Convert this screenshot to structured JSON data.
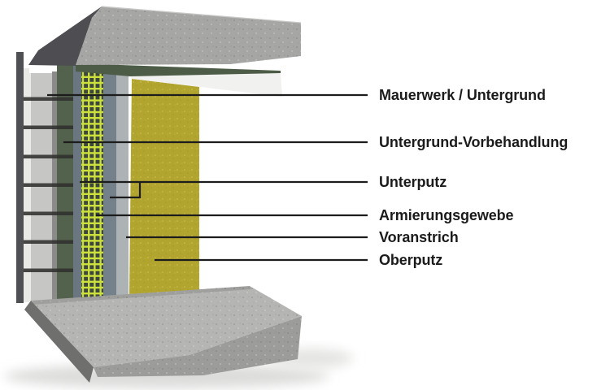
{
  "diagram": {
    "labels": [
      {
        "text": "Mauerwerk / Untergrund",
        "color": "#c6c7c5"
      },
      {
        "text": "Untergrund-Vorbehandlung",
        "color": "#53624c"
      },
      {
        "text": "Unterputz",
        "color": "#6a7680"
      },
      {
        "text": "Armierungsgewebe",
        "color": "#cde13c"
      },
      {
        "text": "Voranstrich",
        "color": "#adb3b5"
      },
      {
        "text": "Oberputz",
        "color": "#b2a52f"
      }
    ],
    "colors": {
      "leader_line": "#1c1c1c",
      "label_text": "#1b1b1b",
      "concrete_light": "#a6a6a4",
      "concrete_top": "#b5b5b3",
      "concrete_mid": "#9c9c9a",
      "concrete_dark": "#4e4e52",
      "soffit_green": "#4d5c47",
      "background": "#ffffff"
    }
  }
}
